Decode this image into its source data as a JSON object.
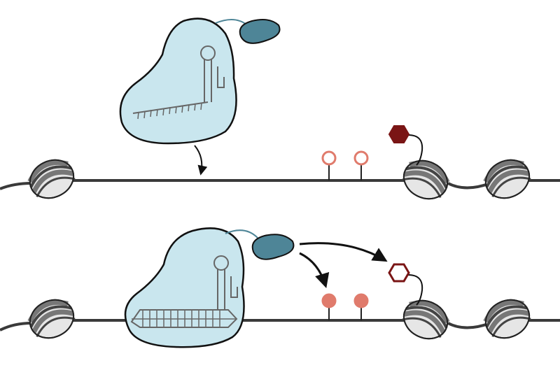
{
  "colors": {
    "dna": "#3a3a3a",
    "protein_fill": "#c9e6ee",
    "protein_stroke": "#111111",
    "effector": "#4e8597",
    "effector_stroke": "#111111",
    "linker": "#4e8597",
    "guide_rna": "#666666",
    "methyl_empty": "#e07b6c",
    "methyl_filled": "#e07b6c",
    "histone_mark": "#7a1515",
    "nucleosome_light": "#e6e6e6",
    "nucleosome_dark": "#8c8c8c",
    "arrow": "#111111"
  },
  "panels": [
    {
      "id": "before-binding",
      "complex_bound": false,
      "methyl_marks": [
        "unmethylated",
        "unmethylated"
      ],
      "histone_mark": "present-filled"
    },
    {
      "id": "after-binding",
      "complex_bound": true,
      "methyl_marks": [
        "methylated",
        "methylated"
      ],
      "histone_mark": "removed-outline"
    }
  ],
  "icons": [
    "nucleosome-icon",
    "dcas9-protein-icon",
    "effector-domain-icon",
    "guide-rna-icon",
    "cpg-lollipop-icon",
    "histone-mark-hexagon-icon",
    "arrow-icon"
  ]
}
